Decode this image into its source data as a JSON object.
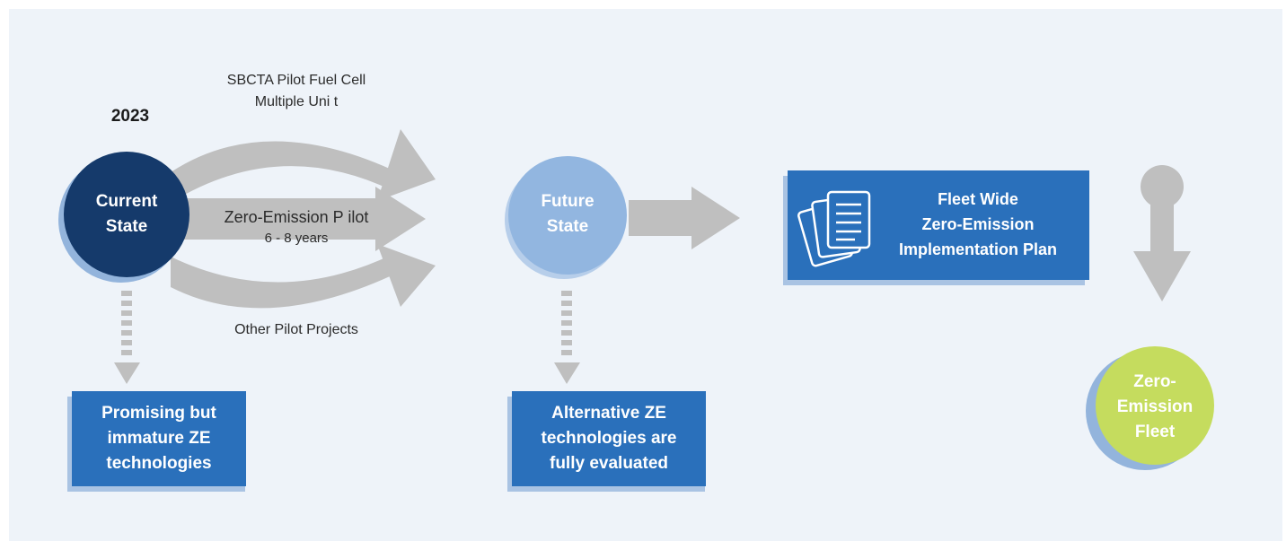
{
  "year_label": "2023",
  "nodes": {
    "current_state": {
      "line1": "Current",
      "line2": "State"
    },
    "future_state": {
      "line1": "Future",
      "line2": "State"
    },
    "zero_emission_fleet": {
      "line1": "Zero-",
      "line2": "Emission",
      "line3": "Fleet"
    }
  },
  "pathways": {
    "top": {
      "line1": "SBCTA Pilot Fuel Cell",
      "line2": "Multiple Uni t"
    },
    "middle": {
      "line1": "Zero-Emission P ilot",
      "line2": "6 - 8 years"
    },
    "bottom": {
      "line1": "Other Pilot Projects"
    }
  },
  "boxes": {
    "immature": {
      "line1": "Promising but",
      "line2": "immature ZE",
      "line3": "technologies"
    },
    "alternative": {
      "line1": "Alternative ZE",
      "line2": "technologies are",
      "line3": "fully evaluated"
    },
    "plan": {
      "line1": "Fleet Wide",
      "line2": "Zero-Emission",
      "line3": "Implementation Plan"
    }
  },
  "colors": {
    "background": "#eef3f9",
    "current_state": "#153a6b",
    "future_state": "#92b6e0",
    "fleet": "#c5dc5e",
    "box": "#2a70bb",
    "arrow": "#bfbfbf",
    "shadow": "#93b4dc"
  },
  "icons": {
    "plan": "documents-icon"
  }
}
